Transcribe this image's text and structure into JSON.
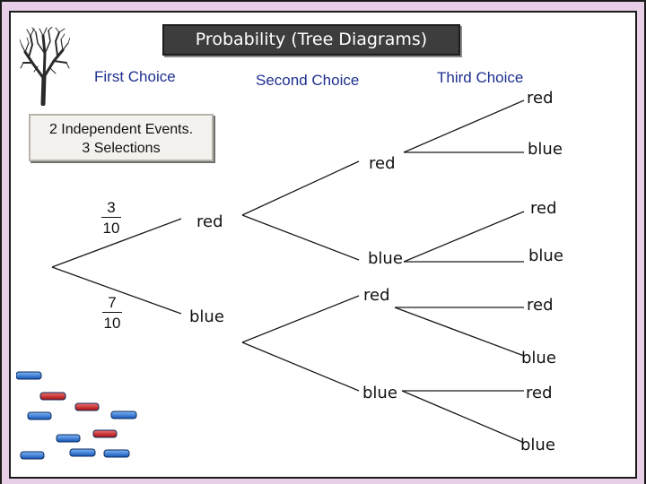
{
  "title": "Probability (Tree Diagrams)",
  "headers": {
    "first": "First Choice",
    "second": "Second Choice",
    "third": "Third Choice"
  },
  "info": {
    "line1": "2 Independent Events.",
    "line2": "3 Selections"
  },
  "fractions": {
    "red": {
      "numerator": "3",
      "denominator": "10"
    },
    "blue": {
      "numerator": "7",
      "denominator": "10"
    }
  },
  "first_choice": {
    "red": "red",
    "blue": "blue"
  },
  "second_choice": {
    "red_red": "red",
    "red_blue": "blue",
    "blue_red": "red",
    "blue_blue": "blue"
  },
  "third_choice": {
    "rr_red": "red",
    "rr_blue": "blue",
    "rb_red": "red",
    "rb_blue": "blue",
    "br_red": "red",
    "br_blue": "blue",
    "bb_red": "red",
    "bb_blue": "blue"
  },
  "colors": {
    "header_text": "#1e2f8f",
    "counter_red": "#d01c1c",
    "counter_blue": "#1e6fd6",
    "border": "#e8cfe8"
  },
  "icons": {
    "tree": "bare-tree-icon",
    "counters": "counters-icon"
  }
}
